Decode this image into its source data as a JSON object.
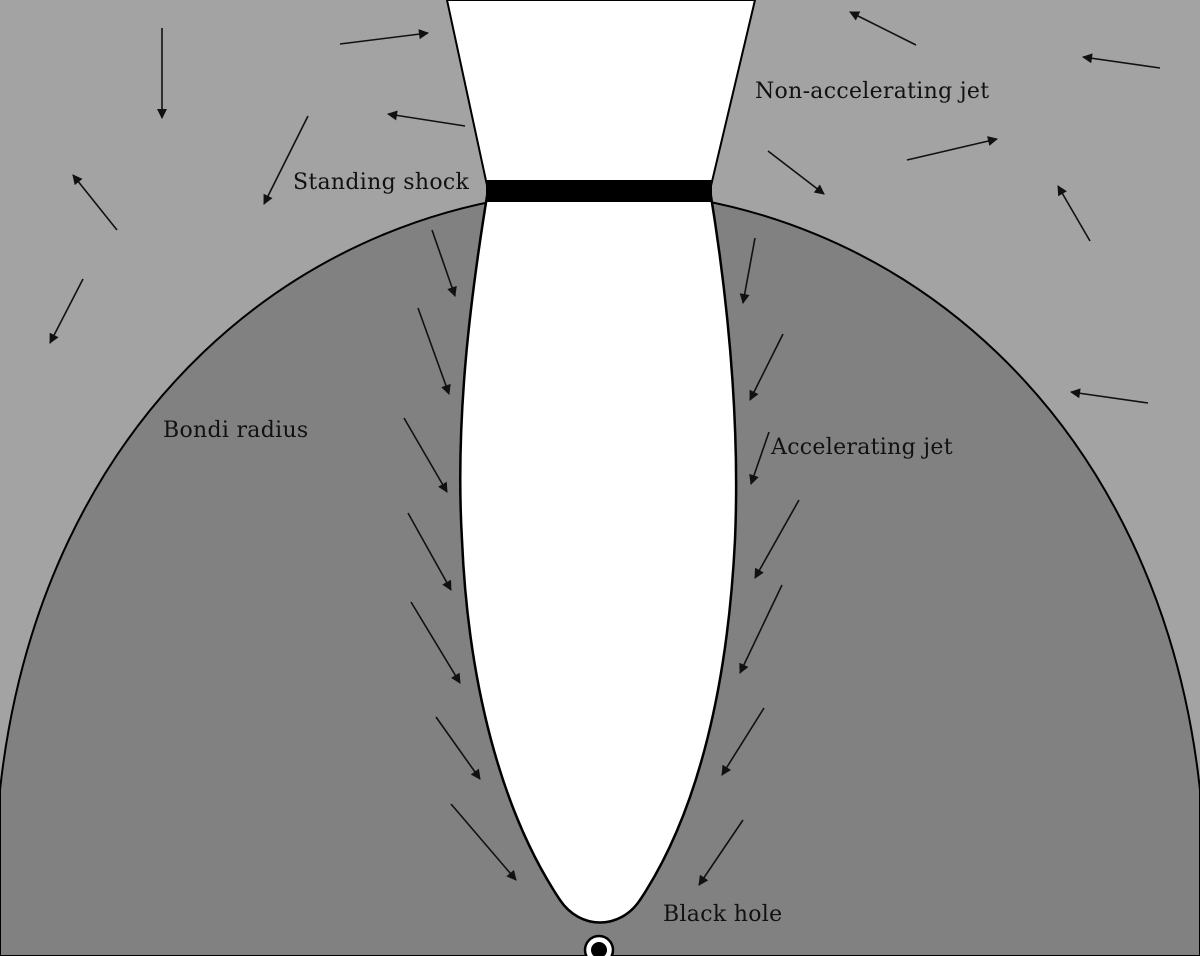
{
  "labels": {
    "non_accelerating_jet": "Non-accelerating jet",
    "standing_shock": "Standing shock",
    "bondi_radius": "Bondi radius",
    "accelerating_jet": "Accelerating jet",
    "black_hole": "Black hole"
  },
  "colors": {
    "outer_medium": "#a3a3a3",
    "inner_region": "#818181",
    "jet": "#ffffff",
    "outline": "#000000"
  }
}
